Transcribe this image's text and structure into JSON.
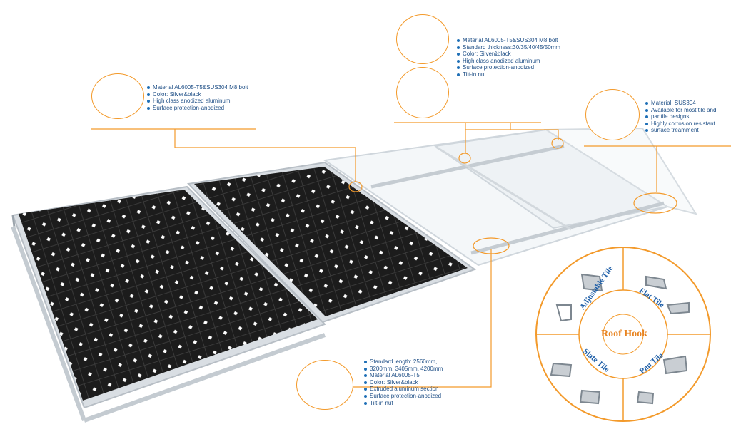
{
  "callouts": {
    "top_clamp": {
      "items": [
        "Material AL6005-T5&SUS304 M8 bolt",
        "Standard thickness:30/35/40/45/50mm",
        "Color: Silver&black",
        "High class anodized aluminum",
        "Surface protection-anodized",
        "Tilt-in nut"
      ]
    },
    "left_rail": {
      "items": [
        "Material AL6005-T5&SUS304 M8 bolt",
        "Color: Silver&black",
        "High class anodized aluminum",
        "Surface protection-anodized"
      ]
    },
    "right_hook": {
      "items": [
        "Material: SUS304",
        "Available for most tile and",
        "pantile designs",
        "Highly corrosion resistant",
        "surface treamment"
      ]
    },
    "bottom_rail": {
      "items": [
        "Standard length: 2560mm,",
        "3200mm, 3405mm, 4200mm",
        "Material AL6005-T5",
        "Color: Silver&black",
        "Extruded aluminum section",
        "Surface protection-anodized",
        "Tilt-in nut"
      ]
    }
  },
  "wheel": {
    "center": "Roof Hook",
    "segments": [
      "Adjustable Tile",
      "Flat Tile",
      "Slate Tile",
      "Pan Tile"
    ]
  },
  "colors": {
    "accent": "#f39a2b",
    "text": "#1f4f86",
    "panel": "#141414",
    "frame": "#d8dde2"
  }
}
